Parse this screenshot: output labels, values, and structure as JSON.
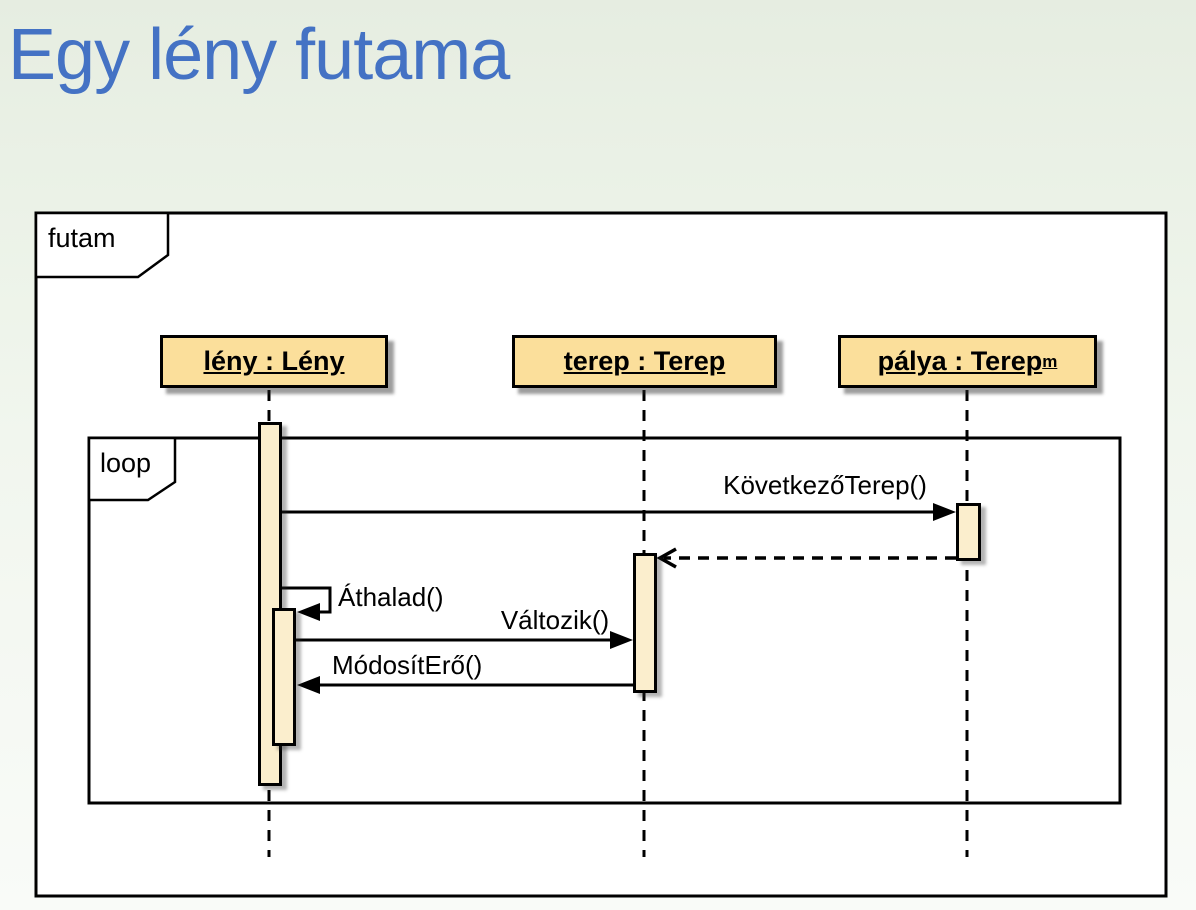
{
  "title": {
    "text": "Egy lény futama",
    "color": "#4472c4"
  },
  "diagram": {
    "type": "uml-sequence",
    "frame": {
      "label": "futam"
    },
    "fragment": {
      "operator": "loop"
    },
    "participants": [
      {
        "id": "leny",
        "name": "lény : Lény",
        "superscript": ""
      },
      {
        "id": "terep",
        "name": "terep : Terep",
        "superscript": ""
      },
      {
        "id": "palya",
        "name": "pálya : Terep",
        "superscript": "m"
      }
    ],
    "messages": [
      {
        "label": "KövetkezőTerep()",
        "type": "sync-call",
        "from": "leny",
        "to": "palya"
      },
      {
        "label": "",
        "type": "return",
        "from": "palya",
        "to": "terep"
      },
      {
        "label": "Áthalad()",
        "type": "self-call",
        "from": "leny",
        "to": "leny"
      },
      {
        "label": "Változik()",
        "type": "sync-call",
        "from": "leny",
        "to": "terep"
      },
      {
        "label": "MódosítErő()",
        "type": "call",
        "from": "terep",
        "to": "leny"
      }
    ],
    "colors": {
      "participant_fill": "#fbdf9b",
      "activation_fill": "#fbeecd",
      "line": "#000000",
      "frame_fill": "#ffffff"
    }
  }
}
